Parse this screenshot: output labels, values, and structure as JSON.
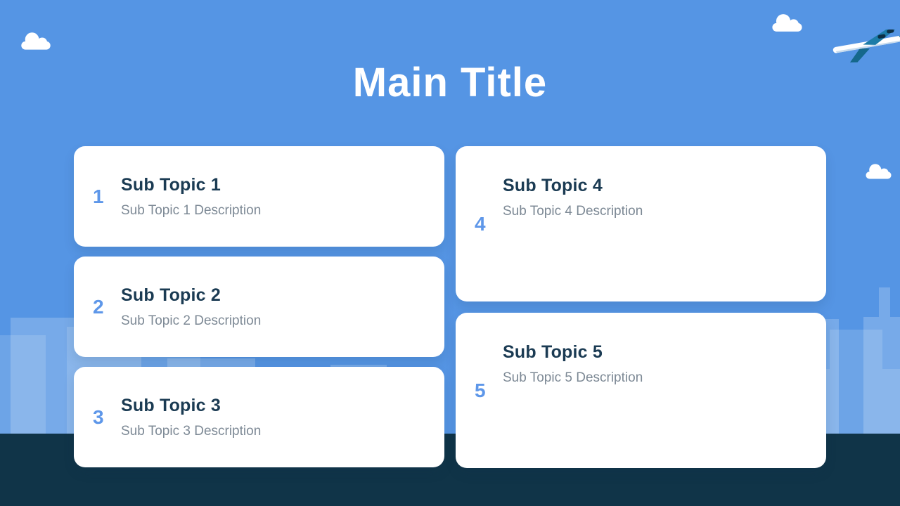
{
  "slide": {
    "title": "Main Title"
  },
  "topics": [
    {
      "number": "1",
      "title": "Sub Topic 1",
      "description": "Sub Topic 1 Description"
    },
    {
      "number": "2",
      "title": "Sub Topic 2",
      "description": "Sub Topic 2 Description"
    },
    {
      "number": "3",
      "title": "Sub Topic 3",
      "description": "Sub Topic 3 Description"
    },
    {
      "number": "4",
      "title": "Sub Topic 4",
      "description": "Sub Topic 4 Description"
    },
    {
      "number": "5",
      "title": "Sub Topic 5",
      "description": "Sub Topic 5 Description"
    }
  ],
  "colors": {
    "sky": "#5595e4",
    "ground": "#103448",
    "card_background": "#ffffff",
    "accent_number": "#5e97e9",
    "topic_title": "#1b3b53",
    "topic_description": "#7d8995",
    "main_title": "#ffffff",
    "plane_wing": "#1d7ca8",
    "plane_engine": "#0d2f44"
  },
  "decorations": {
    "clouds": [
      "cloud-top-left",
      "cloud-top-right",
      "cloud-mid-right"
    ],
    "airplane": "airplane-top-right",
    "skyline": "city-skyline"
  }
}
